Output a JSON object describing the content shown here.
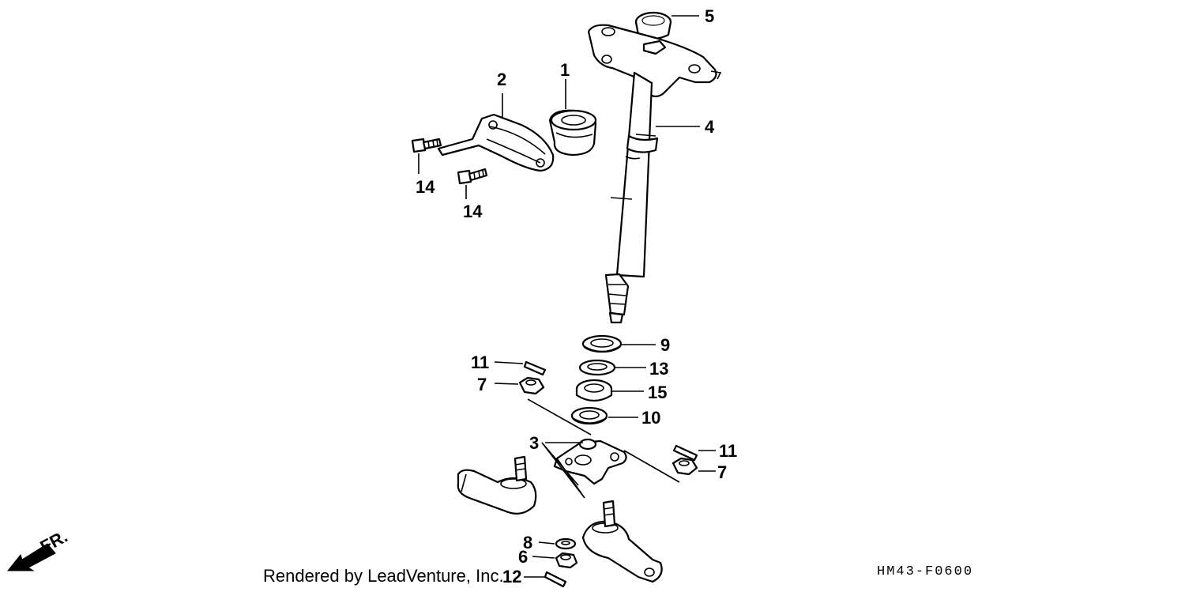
{
  "diagram": {
    "callouts": {
      "c1": "1",
      "c2": "2",
      "c3": "3",
      "c4": "4",
      "c5": "5",
      "c6": "6",
      "c7a": "7",
      "c7b": "7",
      "c8": "8",
      "c9": "9",
      "c10": "10",
      "c11a": "11",
      "c11b": "11",
      "c12": "12",
      "c13": "13",
      "c14a": "14",
      "c14b": "14",
      "c15": "15"
    },
    "front_marker": "FR.",
    "credit": "Rendered by LeadVenture, Inc.",
    "drawing_code": "HM43-F0600"
  }
}
